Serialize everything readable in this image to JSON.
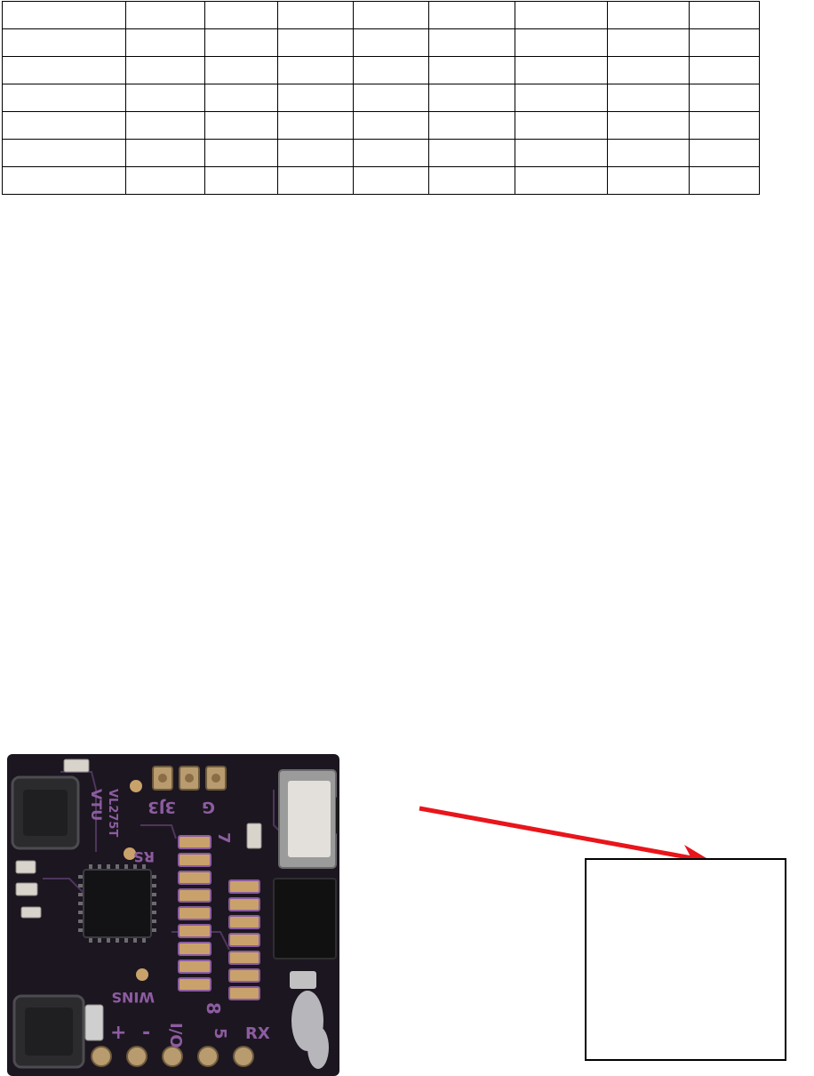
{
  "table": {
    "rows": [
      [
        "",
        "",
        "",
        "",
        "",
        "",
        "",
        "",
        ""
      ],
      [
        "",
        "",
        "",
        "",
        "",
        "",
        "",
        "",
        ""
      ],
      [
        "",
        "",
        "",
        "",
        "",
        "",
        "",
        "",
        ""
      ],
      [
        "",
        "",
        "",
        "",
        "",
        "",
        "",
        "",
        ""
      ],
      [
        "",
        "",
        "",
        "",
        "",
        "",
        "",
        "",
        ""
      ],
      [
        "",
        "",
        "",
        "",
        "",
        "",
        "",
        "",
        ""
      ],
      [
        "",
        "",
        "",
        "",
        "",
        "",
        "",
        "",
        ""
      ]
    ]
  },
  "pcb": {
    "silkscreen": [
      "3J3",
      "G",
      "RS",
      "VTU",
      "VL275T",
      "WINS",
      "8",
      "7",
      "+",
      "-",
      "I/O",
      "5",
      "RX"
    ],
    "colors": {
      "board": "#1c1620",
      "silk": "#8c5ca0",
      "gold": "#c9a26b",
      "pad": "#b89b6e"
    }
  },
  "arrow": {
    "color": "#e8151b"
  },
  "callout": {
    "text": ""
  }
}
